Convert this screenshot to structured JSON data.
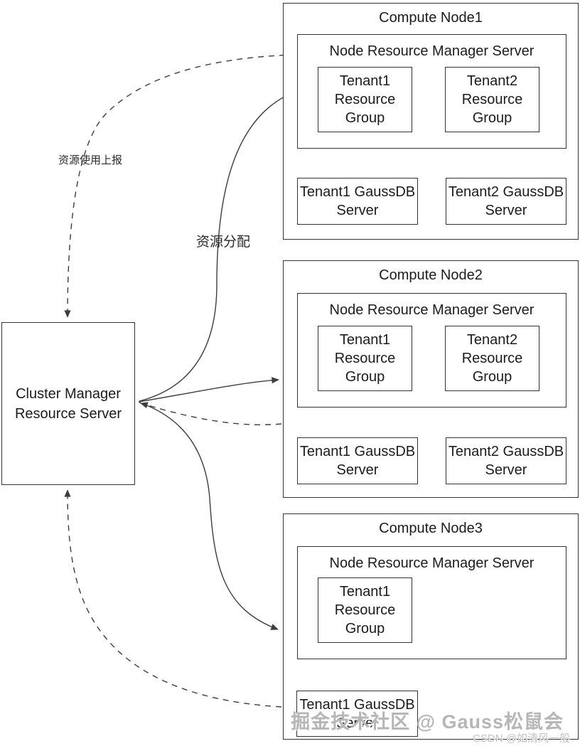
{
  "cluster_manager": {
    "line1": "Cluster Manager",
    "line2": "Resource Server"
  },
  "labels": {
    "usage_report": "资源使用上报",
    "allocation": "资源分配"
  },
  "nodes": [
    {
      "title": "Compute Node1",
      "manager_title": "Node Resource Manager Server",
      "groups": [
        {
          "label": "Tenant1 Resource Group"
        },
        {
          "label": "Tenant2 Resource Group"
        }
      ],
      "servers": [
        {
          "label": "Tenant1 GaussDB Server"
        },
        {
          "label": "Tenant2 GaussDB Server"
        }
      ]
    },
    {
      "title": "Compute Node2",
      "manager_title": "Node Resource Manager Server",
      "groups": [
        {
          "label": "Tenant1 Resource Group"
        },
        {
          "label": "Tenant2 Resource Group"
        }
      ],
      "servers": [
        {
          "label": "Tenant1 GaussDB Server"
        },
        {
          "label": "Tenant2 GaussDB Server"
        }
      ]
    },
    {
      "title": "Compute Node3",
      "manager_title": "Node Resource Manager Server",
      "groups": [
        {
          "label": "Tenant1 Resource Group"
        }
      ],
      "servers": [
        {
          "label": "Tenant1 GaussDB Server"
        }
      ]
    }
  ],
  "watermark": {
    "main": "掘金技术社区 @ Gauss松鼠会",
    "sub": "CSDN @如清风一般"
  },
  "colors": {
    "line": "#3d3d3d",
    "border": "#333333",
    "text": "#1c1c1c",
    "watermark_main": "#b6b6b6",
    "watermark_sub": "#c3c3c3"
  }
}
